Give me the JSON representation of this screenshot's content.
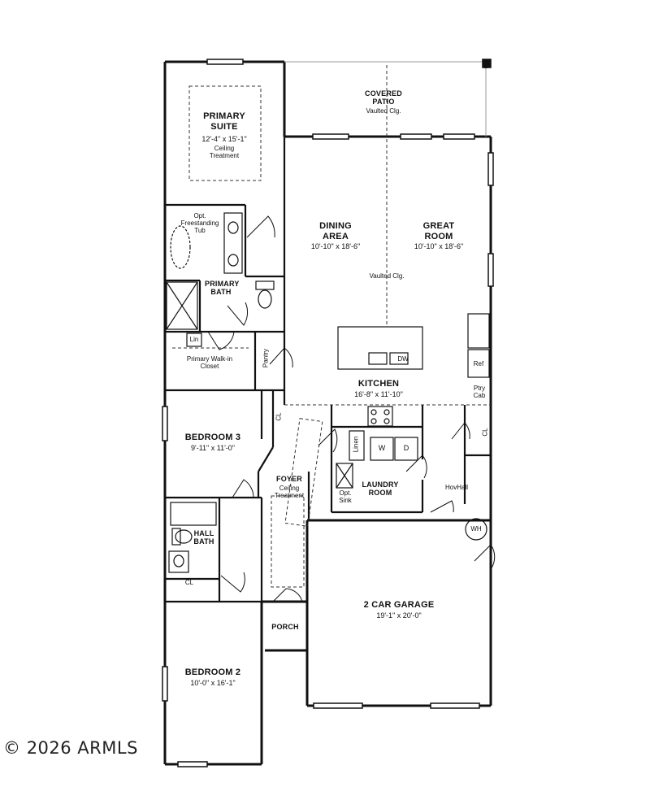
{
  "colors": {
    "wall": "#111111",
    "background": "#ffffff"
  },
  "rooms": {
    "primary_suite": {
      "name": "PRIMARY SUITE",
      "dims": "12'-4\" x 15'-1\"",
      "note": "Ceiling Treatment"
    },
    "covered_patio": {
      "name": "COVERED PATIO",
      "note": "Vaulted Clg."
    },
    "dining_area": {
      "name": "DINING AREA",
      "dims": "10'-10\" x 18'-6\""
    },
    "great_room": {
      "name": "GREAT ROOM",
      "dims": "10'-10\" x 18'-6\""
    },
    "vaulted_note": "Vaulted Clg.",
    "opt_tub": "Opt. Freestanding Tub",
    "primary_bath": {
      "name": "PRIMARY BATH"
    },
    "lin": "Lin",
    "primary_closet": "Primary Walk-in Closet",
    "pantry": "Pantry",
    "kitchen": {
      "name": "KITCHEN",
      "dims": "16'-8\" x 11'-10\""
    },
    "ref": "Ref",
    "ptry_cab": "Ptry Cab",
    "dw": "DW",
    "bedroom3": {
      "name": "BEDROOM 3",
      "dims": "9'-11\" x 11'-0\""
    },
    "cl": "CL",
    "linen": "Linen",
    "washer": "W",
    "dryer": "D",
    "foyer": {
      "name": "FOYER",
      "note": "Ceiling Treatment"
    },
    "opt_sink": "Opt. Sink",
    "laundry": {
      "name": "LAUNDRY ROOM"
    },
    "hovhall": "HovHall",
    "wh": "WH",
    "hall_bath": {
      "name": "HALL BATH"
    },
    "garage": {
      "name": "2 CAR GARAGE",
      "dims": "19'-1\" x 20'-0\""
    },
    "porch": "PORCH",
    "bedroom2": {
      "name": "BEDROOM 2",
      "dims": "10'-0\" x 16'-1\""
    }
  },
  "copyright": "2026 ARMLS"
}
